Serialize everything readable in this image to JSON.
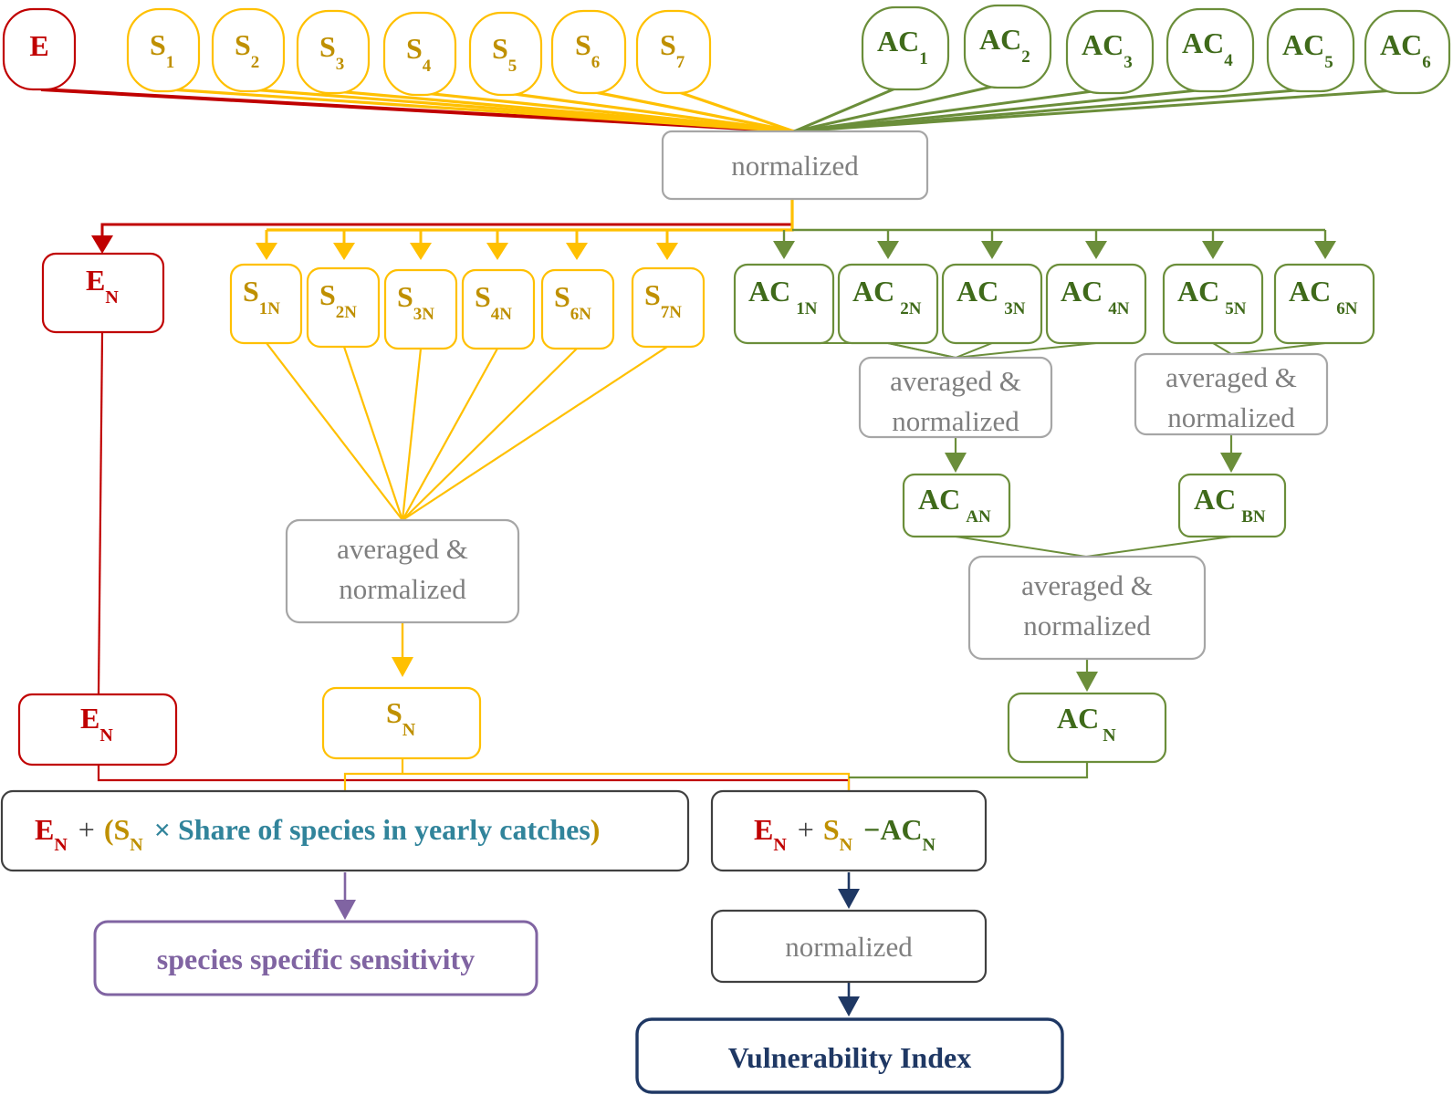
{
  "colors": {
    "red": "#c00000",
    "yellow": "#ffc000",
    "yellow_text": "#bf9000",
    "green": "#6b8e3a",
    "green_text": "#3f6a1a",
    "gray": "#a6a6a6",
    "gray_text": "#7f7f7f",
    "dark": "#404040",
    "teal_text": "#31849b",
    "purple": "#8064a2",
    "navy": "#1f3864"
  },
  "top_inputs": {
    "e": {
      "main": "E",
      "sub": ""
    },
    "s": [
      {
        "main": "S",
        "sub": "1"
      },
      {
        "main": "S",
        "sub": "2"
      },
      {
        "main": "S",
        "sub": "3"
      },
      {
        "main": "S",
        "sub": "4"
      },
      {
        "main": "S",
        "sub": "5"
      },
      {
        "main": "S",
        "sub": "6"
      },
      {
        "main": "S",
        "sub": "7"
      }
    ],
    "ac": [
      {
        "main": "AC",
        "sub": "1"
      },
      {
        "main": "AC",
        "sub": "2"
      },
      {
        "main": "AC",
        "sub": "3"
      },
      {
        "main": "AC",
        "sub": "4"
      },
      {
        "main": "AC",
        "sub": "5"
      },
      {
        "main": "AC",
        "sub": "6"
      }
    ]
  },
  "normalized_top": "normalized",
  "normalized_level": {
    "e": {
      "main": "E",
      "sub": "N"
    },
    "s": [
      {
        "main": "S",
        "sub": "1N"
      },
      {
        "main": "S",
        "sub": "2N"
      },
      {
        "main": "S",
        "sub": "3N"
      },
      {
        "main": "S",
        "sub": "4N"
      },
      {
        "main": "S",
        "sub": "6N"
      },
      {
        "main": "S",
        "sub": "7N"
      }
    ],
    "ac": [
      {
        "main": "AC",
        "sub": "1N"
      },
      {
        "main": "AC",
        "sub": "2N"
      },
      {
        "main": "AC",
        "sub": "3N"
      },
      {
        "main": "AC",
        "sub": "4N"
      },
      {
        "main": "AC",
        "sub": "5N"
      },
      {
        "main": "AC",
        "sub": "6N"
      }
    ]
  },
  "process_boxes": {
    "ac_a": [
      "averaged &",
      "normalized"
    ],
    "ac_b": [
      "averaged &",
      "normalized"
    ],
    "s_avg": [
      "averaged &",
      "normalized"
    ],
    "ac_avg": [
      "averaged &",
      "normalized"
    ]
  },
  "intermediate": {
    "ac_an": {
      "main": "AC",
      "sub": "AN"
    },
    "ac_bn": {
      "main": "AC",
      "sub": "BN"
    }
  },
  "final_level": {
    "e": {
      "main": "E",
      "sub": "N"
    },
    "s": {
      "main": "S",
      "sub": "N"
    },
    "ac": {
      "main": "AC",
      "sub": "N"
    }
  },
  "formula_left": {
    "e": "E",
    "e_sub": "N",
    "plus": "+",
    "open": "(",
    "s": "S",
    "s_sub": "N",
    "rest": "× Share of species in yearly catches",
    "close": ")"
  },
  "formula_right": {
    "e": "E",
    "e_sub": "N",
    "plus": "+",
    "s": "S",
    "s_sub": "N",
    "minus": "−AC",
    "ac_sub": "N"
  },
  "outputs": {
    "sensitivity": "species specific sensitivity",
    "normalized_bottom": "normalized",
    "vulnerability": "Vulnerability Index"
  }
}
